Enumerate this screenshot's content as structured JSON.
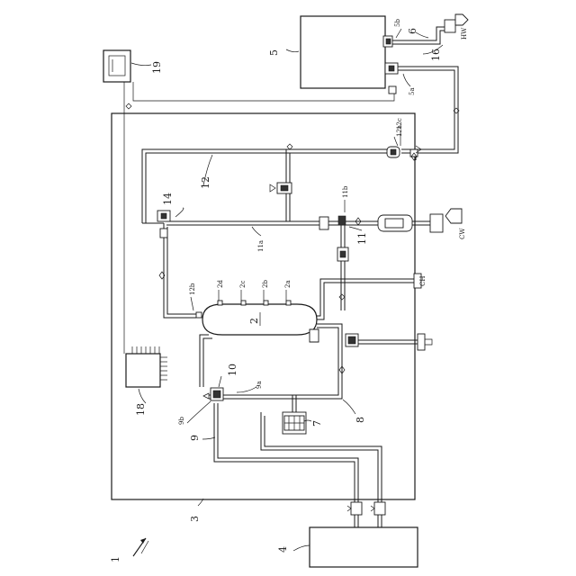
{
  "labels": {
    "system": "1",
    "tank": "2",
    "tank_underline": "2",
    "port_2a": "2a",
    "port_2b": "2b",
    "port_2c": "2c",
    "port_2d": "2d",
    "housing": "3",
    "unit_4": "4",
    "unit_5": "5",
    "port_5a": "5a",
    "port_5b": "5b",
    "item_6": "6",
    "item_7": "7",
    "item_8": "8",
    "item_9": "9",
    "item_9a": "9a",
    "item_9b": "9b",
    "item_10": "10",
    "item_11": "11",
    "item_11a": "11a",
    "item_11b": "11b",
    "item_12": "12",
    "item_12a": "12a",
    "item_12b": "12b",
    "item_12c": "12c",
    "item_14": "14",
    "item_16": "16",
    "item_18": "18",
    "item_19": "19",
    "tag_hw": "HW",
    "tag_cw": "CW",
    "tag_ch": "CH"
  }
}
